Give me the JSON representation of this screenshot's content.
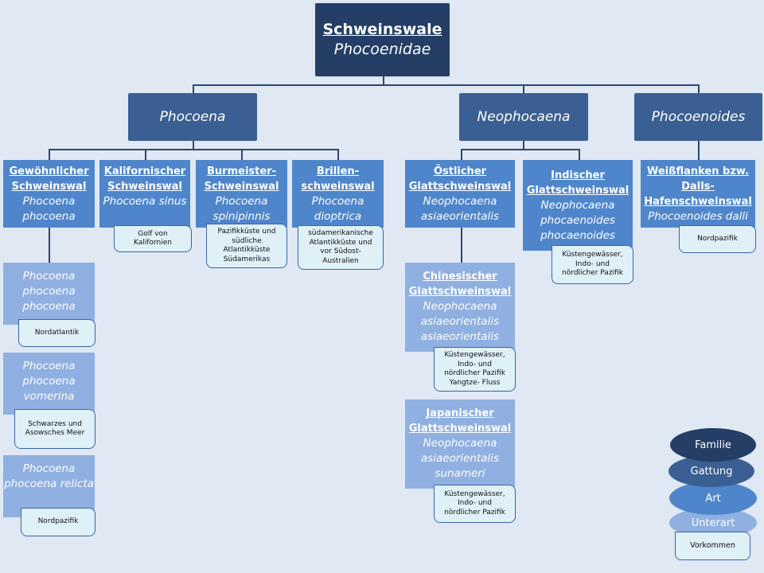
{
  "family": {
    "common": "Schweinswale",
    "latin": "Phocoenidae"
  },
  "genera": [
    {
      "latin": "Phocoena"
    },
    {
      "latin": "Neophocaena"
    },
    {
      "latin": "Phocoenoides"
    }
  ],
  "species": [
    {
      "common": "Gewöhnlicher Schweinswal",
      "latin": "Phocoena phocoena",
      "occurrence": ""
    },
    {
      "common": "Kalifornischer Schweinswal",
      "latin": "Phocoena sinus",
      "occurrence": "Golf von\nKalifornien"
    },
    {
      "common": "Burmeister-Schweinswal",
      "latin": "Phocoena spinipinnis",
      "occurrence": "Pazifikküste und\nsüdliche\nAtlantikküste\nSüdamerikas"
    },
    {
      "common": "Brillen-schweinswal",
      "latin": "Phocoena dioptrica",
      "occurrence": "südamerikanische\nAtlantikküste und\nvor Südost-\nAustralien"
    },
    {
      "common": "Östlicher Glattschweinswal",
      "latin": "Neophocaena asiaeorientalis",
      "occurrence": ""
    },
    {
      "common": "Indischer Glattschweinswal",
      "latin": "Neophocaena phocaenoides phocaenoides",
      "occurrence": "Küstengewässer,\nIndo- und\nnördlicher Pazifik"
    },
    {
      "common": "Weißflanken bzw. Dalls-Hafenschweinswal",
      "latin": "Phocoenoides dalli",
      "occurrence": "Nordpazifik"
    }
  ],
  "subspecies": [
    {
      "common": "",
      "latin": "Phocoena phocoena phocoena",
      "occurrence": "Nordatlantik"
    },
    {
      "common": "",
      "latin": "Phocoena phocoena vomerina",
      "occurrence": "Schwarzes und\nAsowsches Meer"
    },
    {
      "common": "",
      "latin": "Phocoena phocoena relicta",
      "occurrence": "Nordpazifik"
    },
    {
      "common": "Chinesischer Glattschweinswal",
      "latin": "Neophocaena asiaeorientalis asiaeorientalis",
      "occurrence": "Küstengewässer,\nIndo- und\nnördlicher Pazifik\nYangtze- Fluss"
    },
    {
      "common": "Japanischer Glattschweinswal",
      "latin": "Neophocaena asiaeorientalis sunameri",
      "occurrence": "Küstengewässer,\nIndo- und\nnördlicher Pazifik"
    }
  ],
  "legend": {
    "family": "Familie",
    "genus": "Gattung",
    "species": "Art",
    "subspecies": "Unterart",
    "occurrence": "Vorkommen"
  },
  "colors": {
    "family": "#243e65",
    "genus": "#3a5f92",
    "species": "#4f86cb",
    "subspecies": "#8fb0e0",
    "occurrence": "#dff0f7",
    "background": "#dfe8f3"
  }
}
